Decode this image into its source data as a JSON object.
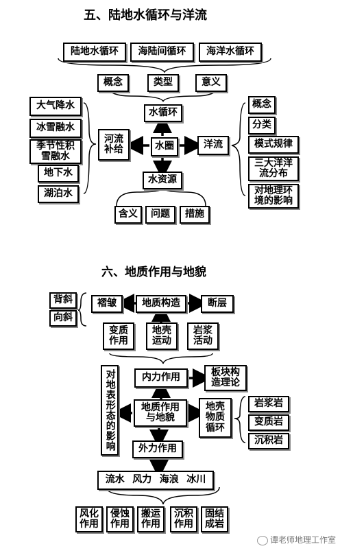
{
  "section5": {
    "title": "五、陆地水循环与洋流",
    "cycle_types": [
      "陆地水循环",
      "海陆间循环",
      "海洋水循环"
    ],
    "cycle_aspects": [
      "概念",
      "类型",
      "意义"
    ],
    "water_cycle": "水循环",
    "hydrosphere": "水圈",
    "river_supply": "河流补给",
    "supply_sources": [
      "大气降水",
      "冰雪融水",
      "季节性积雪融水",
      "地下水",
      "湖泊水"
    ],
    "ocean_current": "洋流",
    "current_topics": [
      "概念",
      "分类",
      "模式规律",
      "三大洋洋流分布",
      "对地理环境的影响"
    ],
    "water_resources": "水资源",
    "resource_topics": [
      "含义",
      "问题",
      "措施"
    ]
  },
  "section6": {
    "title": "六、地质作用与地貌",
    "folds": [
      "背斜",
      "向斜"
    ],
    "fold": "褶皱",
    "tectonics": "地质构造",
    "fault": "断层",
    "internal_causes": [
      "变质作用",
      "地壳运动",
      "岩浆活动"
    ],
    "internal_force": "内力作用",
    "plate_theory": "板块构造理论",
    "surface_influence": "对地表形态的影响",
    "geology_landform": "地质作用与地貌",
    "crust_cycle": "地壳物质循环",
    "rocks": [
      "岩浆岩",
      "变质岩",
      "沉积岩"
    ],
    "external_force": "外力作用",
    "agents": [
      "流水",
      "风力",
      "海浪",
      "冰川"
    ],
    "processes": [
      "风化作用",
      "侵蚀作用",
      "搬运作用",
      "沉积作用",
      "固结成岩"
    ]
  },
  "watermark": "谭老师地理工作室"
}
